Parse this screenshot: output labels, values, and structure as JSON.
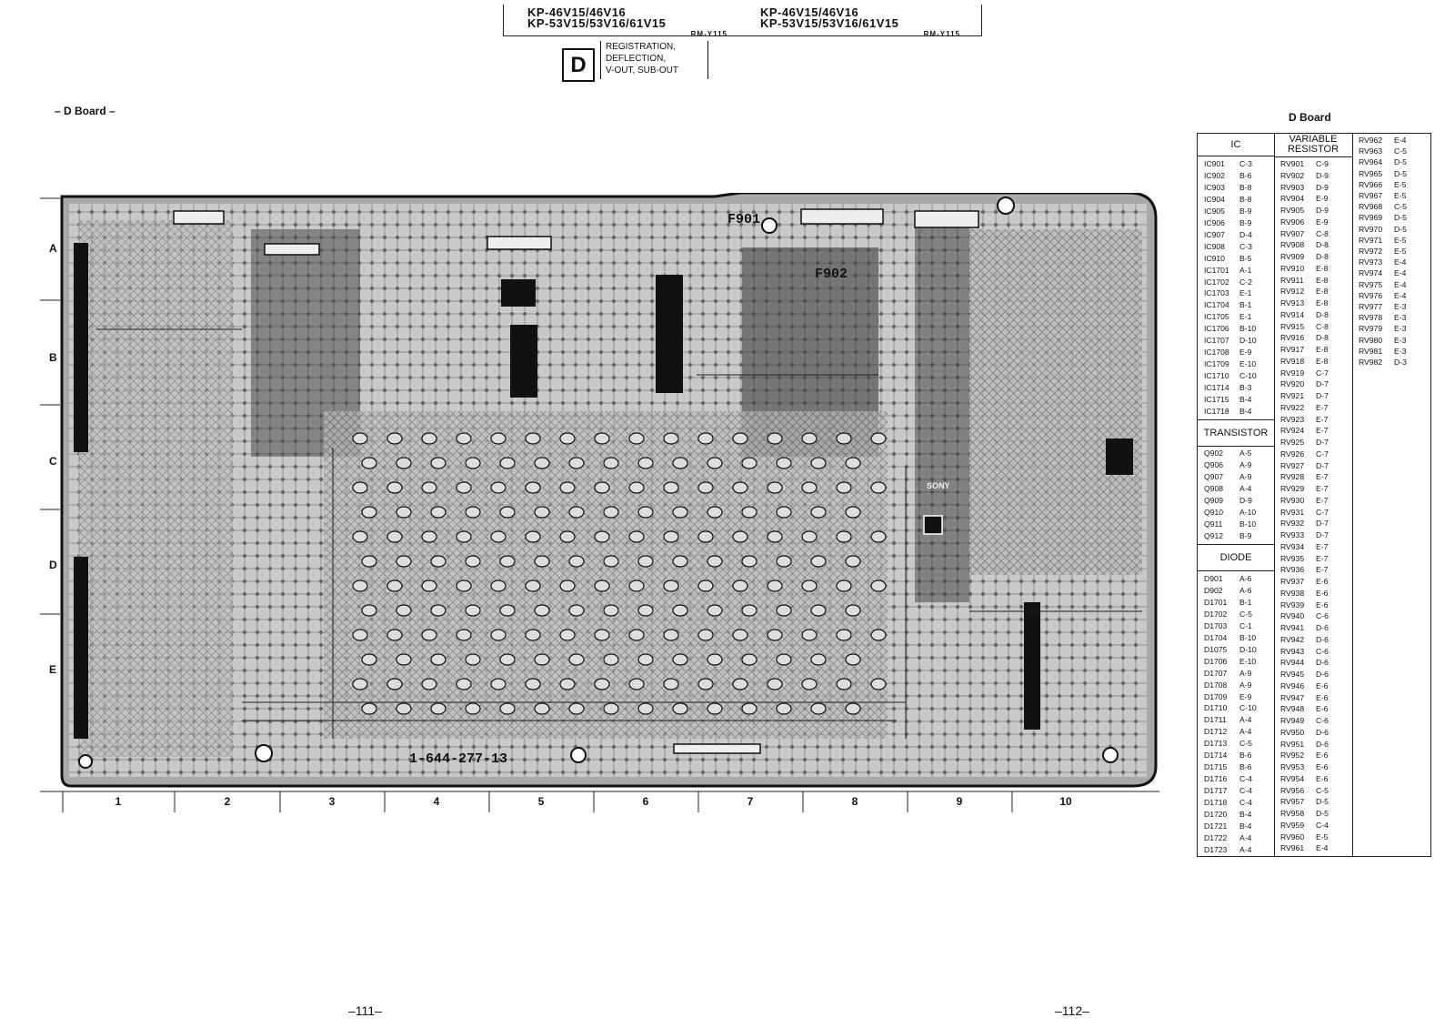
{
  "header": {
    "model_left_1": "KP-46V15/46V16",
    "model_left_2": "KP-53V15/53V16/61V15",
    "model_left_sub": "RM-Y115",
    "model_right_1": "KP-46V15/46V16",
    "model_right_2": "KP-53V15/53V16/61V15",
    "model_right_sub": "RM-Y115",
    "board_letter": "D",
    "board_desc_1": "REGISTRATION,",
    "board_desc_2": "DEFLECTION,",
    "board_desc_3": "V-OUT, SUB-OUT"
  },
  "titles": {
    "left": "– D Board –",
    "right": "D Board"
  },
  "board": {
    "row_labels": [
      "A",
      "B",
      "C",
      "D",
      "E"
    ],
    "col_labels": [
      "1",
      "2",
      "3",
      "4",
      "5",
      "6",
      "7",
      "8",
      "9",
      "10"
    ],
    "part_number": "1-644-277-13",
    "fuse_1": "F901",
    "fuse_2": "F902",
    "brand": "SONY"
  },
  "table": {
    "ic_header": "IC",
    "ic": [
      [
        "IC901",
        "C-3"
      ],
      [
        "IC902",
        "B-6"
      ],
      [
        "IC903",
        "B-8"
      ],
      [
        "IC904",
        "B-8"
      ],
      [
        "IC905",
        "B-9"
      ],
      [
        "IC906",
        "B-9"
      ],
      [
        "IC907",
        "D-4"
      ],
      [
        "IC908",
        "C-3"
      ],
      [
        "IC910",
        "B-5"
      ],
      [
        "IC1701",
        "A-1"
      ],
      [
        "IC1702",
        "C-2"
      ],
      [
        "IC1703",
        "E-1"
      ],
      [
        "IC1704",
        "B-1"
      ],
      [
        "IC1705",
        "E-1"
      ],
      [
        "IC1706",
        "B-10"
      ],
      [
        "IC1707",
        "D-10"
      ],
      [
        "IC1708",
        "E-9"
      ],
      [
        "IC1709",
        "E-10"
      ],
      [
        "IC1710",
        "C-10"
      ],
      [
        "IC1714",
        "B-3"
      ],
      [
        "IC1715",
        "B-4"
      ],
      [
        "IC1718",
        "B-4"
      ]
    ],
    "transistor_header": "TRANSISTOR",
    "transistor": [
      [
        "Q902",
        "A-5"
      ],
      [
        "Q906",
        "A-9"
      ],
      [
        "Q907",
        "A-9"
      ],
      [
        "Q908",
        "A-4"
      ],
      [
        "Q909",
        "D-9"
      ],
      [
        "Q910",
        "A-10"
      ],
      [
        "Q911",
        "B-10"
      ],
      [
        "Q912",
        "B-9"
      ]
    ],
    "diode_header": "DIODE",
    "diode": [
      [
        "D901",
        "A-6"
      ],
      [
        "D902",
        "A-6"
      ],
      [
        "D1701",
        "B-1"
      ],
      [
        "D1702",
        "C-5"
      ],
      [
        "D1703",
        "C-1"
      ],
      [
        "D1704",
        "B-10"
      ],
      [
        "D1075",
        "D-10"
      ],
      [
        "D1706",
        "E-10"
      ],
      [
        "D1707",
        "A-9"
      ],
      [
        "D1708",
        "A-9"
      ],
      [
        "D1709",
        "E-9"
      ],
      [
        "D1710",
        "C-10"
      ],
      [
        "D1711",
        "A-4"
      ],
      [
        "D1712",
        "A-4"
      ],
      [
        "D1713",
        "C-5"
      ],
      [
        "D1714",
        "B-6"
      ],
      [
        "D1715",
        "B-6"
      ],
      [
        "D1716",
        "C-4"
      ],
      [
        "D1717",
        "C-4"
      ],
      [
        "D1718",
        "C-4"
      ],
      [
        "D1720",
        "B-4"
      ],
      [
        "D1721",
        "B-4"
      ],
      [
        "D1722",
        "A-4"
      ],
      [
        "D1723",
        "A-4"
      ]
    ],
    "varres_header_1": "VARIABLE",
    "varres_header_2": "RESISTOR",
    "varres": [
      [
        "RV901",
        "C-9"
      ],
      [
        "RV902",
        "D-9"
      ],
      [
        "RV903",
        "D-9"
      ],
      [
        "RV904",
        "E-9"
      ],
      [
        "RV905",
        "D-9"
      ],
      [
        "RV906",
        "E-9"
      ],
      [
        "RV907",
        "C-8"
      ],
      [
        "RV908",
        "D-8"
      ],
      [
        "RV909",
        "D-8"
      ],
      [
        "RV910",
        "E-8"
      ],
      [
        "RV911",
        "E-8"
      ],
      [
        "RV912",
        "E-8"
      ],
      [
        "RV913",
        "E-8"
      ],
      [
        "RV914",
        "D-8"
      ],
      [
        "RV915",
        "C-8"
      ],
      [
        "RV916",
        "D-8"
      ],
      [
        "RV917",
        "E-8"
      ],
      [
        "RV918",
        "E-8"
      ],
      [
        "RV919",
        "C-7"
      ],
      [
        "RV920",
        "D-7"
      ],
      [
        "RV921",
        "D-7"
      ],
      [
        "RV922",
        "E-7"
      ],
      [
        "RV923",
        "E-7"
      ],
      [
        "RV924",
        "E-7"
      ],
      [
        "RV925",
        "D-7"
      ],
      [
        "RV926",
        "C-7"
      ],
      [
        "RV927",
        "D-7"
      ],
      [
        "RV928",
        "E-7"
      ],
      [
        "RV929",
        "E-7"
      ],
      [
        "RV930",
        "E-7"
      ],
      [
        "RV931",
        "C-7"
      ],
      [
        "RV932",
        "D-7"
      ],
      [
        "RV933",
        "D-7"
      ],
      [
        "RV934",
        "E-7"
      ],
      [
        "RV935",
        "E-7"
      ],
      [
        "RV936",
        "E-7"
      ],
      [
        "RV937",
        "E-6"
      ],
      [
        "RV938",
        "E-6"
      ],
      [
        "RV939",
        "E-6"
      ],
      [
        "RV940",
        "C-6"
      ],
      [
        "RV941",
        "D-6"
      ],
      [
        "RV942",
        "D-6"
      ],
      [
        "RV943",
        "C-6"
      ],
      [
        "RV944",
        "D-6"
      ],
      [
        "RV945",
        "D-6"
      ],
      [
        "RV946",
        "E-6"
      ],
      [
        "RV947",
        "E-6"
      ],
      [
        "RV948",
        "E-6"
      ],
      [
        "RV949",
        "C-6"
      ],
      [
        "RV950",
        "D-6"
      ],
      [
        "RV951",
        "D-6"
      ],
      [
        "RV952",
        "E-6"
      ],
      [
        "RV953",
        "E-6"
      ],
      [
        "RV954",
        "E-6"
      ],
      [
        "RV956",
        "C-5"
      ],
      [
        "RV957",
        "D-5"
      ],
      [
        "RV958",
        "D-5"
      ],
      [
        "RV959",
        "C-4"
      ],
      [
        "RV960",
        "E-5"
      ],
      [
        "RV961",
        "E-4"
      ]
    ],
    "varres2": [
      [
        "RV962",
        "E-4"
      ],
      [
        "RV963",
        "C-5"
      ],
      [
        "RV964",
        "D-5"
      ],
      [
        "RV965",
        "D-5"
      ],
      [
        "RV966",
        "E-5"
      ],
      [
        "RV967",
        "E-5"
      ],
      [
        "RV968",
        "C-5"
      ],
      [
        "RV969",
        "D-5"
      ],
      [
        "RV970",
        "D-5"
      ],
      [
        "RV971",
        "E-5"
      ],
      [
        "RV972",
        "E-5"
      ],
      [
        "RV973",
        "E-4"
      ],
      [
        "RV974",
        "E-4"
      ],
      [
        "RV975",
        "E-4"
      ],
      [
        "RV976",
        "E-4"
      ],
      [
        "RV977",
        "E-3"
      ],
      [
        "RV978",
        "E-3"
      ],
      [
        "RV979",
        "E-3"
      ],
      [
        "RV980",
        "E-3"
      ],
      [
        "RV981",
        "E-3"
      ],
      [
        "RV982",
        "D-3"
      ]
    ]
  },
  "pages": {
    "left": "–111–",
    "right": "–112–"
  }
}
